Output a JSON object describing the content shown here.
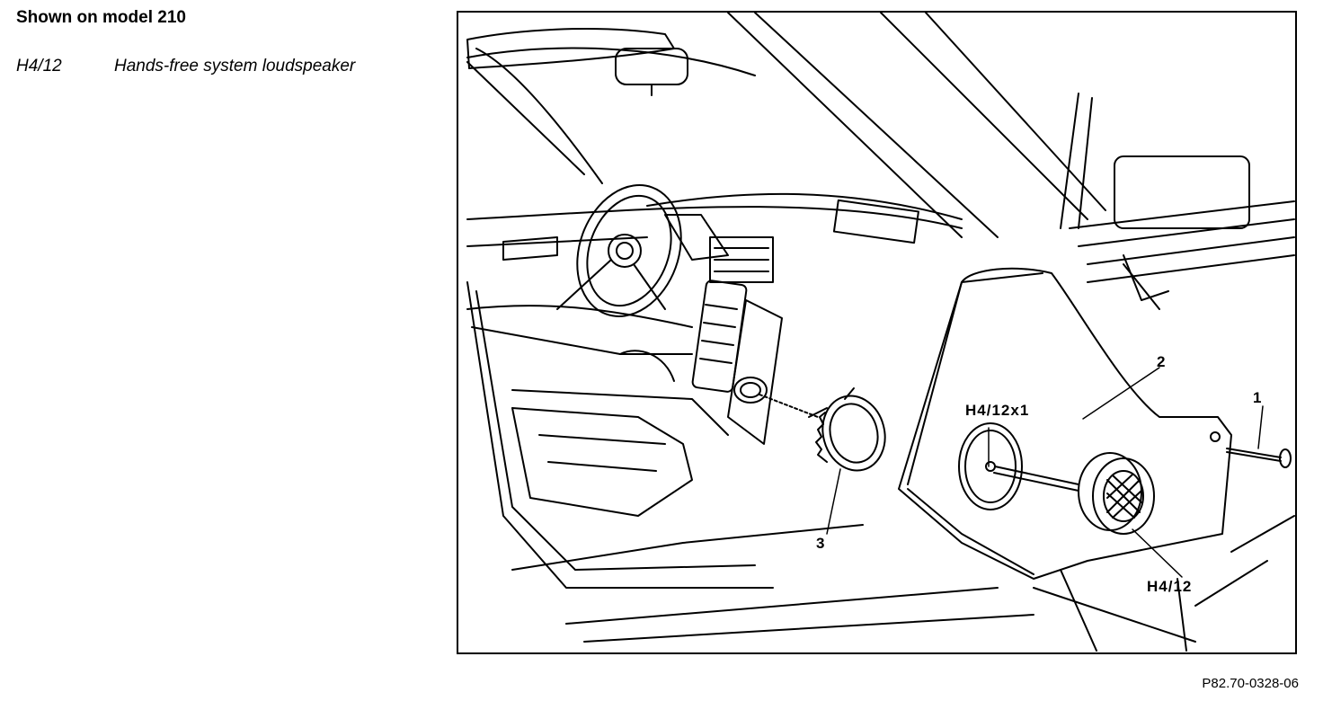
{
  "heading": "Shown on model 210",
  "legend": [
    {
      "code": "H4/12",
      "description": "Hands-free system loudspeaker"
    }
  ],
  "figure": {
    "callouts": {
      "label_1": "1",
      "label_2": "2",
      "label_3": "3",
      "label_h412x1": "H4/12x1",
      "label_h412": "H4/12"
    }
  },
  "figure_reference": "P82.70-0328-06"
}
